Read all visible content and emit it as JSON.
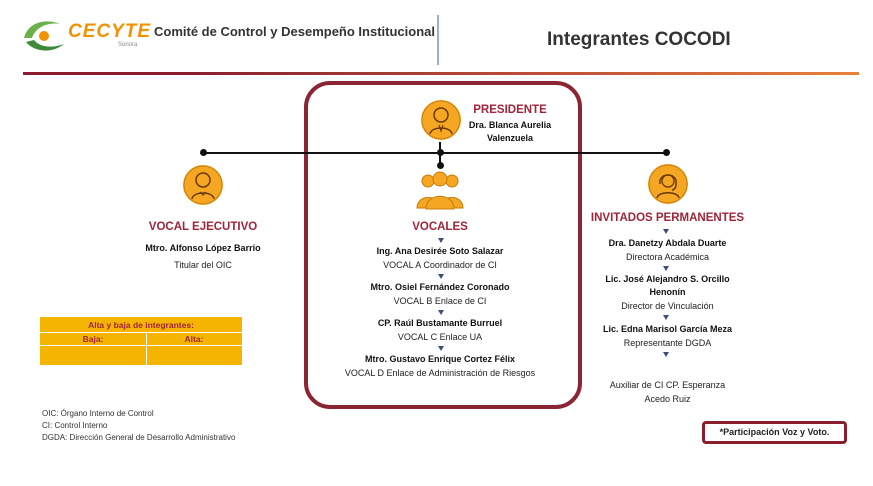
{
  "header": {
    "logo_text": "CECYTE",
    "logo_sub": "Sonora",
    "title": "Comité de Control y Desempeño Institucional",
    "page_title": "Integrantes COCODI"
  },
  "presidente": {
    "role": "PRESIDENTE",
    "name_line1": "Dra. Blanca Aurelia",
    "name_line2": "Valenzuela"
  },
  "vocal_ejecutivo": {
    "role": "VOCAL EJECUTIVO",
    "name": "Mtro. Alfonso López Barrio",
    "desc": "Titular  del OIC"
  },
  "vocales": {
    "role": "VOCALES",
    "members": [
      {
        "name": "Ing. Ana Desirée Soto Salazar",
        "desc": "VOCAL A Coordinador de CI"
      },
      {
        "name": "Mtro. Osiel Fernández Coronado",
        "desc": "VOCAL B Enlace de CI"
      },
      {
        "name": "CP. Raúl Bustamante Burruel",
        "desc": "VOCAL C Enlace UA"
      },
      {
        "name": "Mtro. Gustavo Enrique Cortez Félix",
        "desc": "VOCAL D Enlace de Administración de Riesgos"
      }
    ]
  },
  "invitados": {
    "role": "INVITADOS PERMANENTES",
    "members": [
      {
        "name": "Dra. Danetzy Abdala Duarte",
        "desc": "Directora Académica"
      },
      {
        "name_line1": "Lic. José Alejandro S. Orcillo",
        "name_line2": "Henonín",
        "desc": "Director de Vinculación"
      },
      {
        "name": "Lic. Edna Marisol García Meza",
        "desc": "Representante DGDA"
      }
    ],
    "auxiliar_line1": "Auxiliar de CI CP. Esperanza",
    "auxiliar_line2": "Acedo Ruiz"
  },
  "alta_baja": {
    "title": "Alta y baja de integrantes:",
    "baja": "Baja:",
    "alta": "Alta:"
  },
  "footnotes": [
    "OIC: Órgano Interno de Control",
    "CI: Control Interno",
    "DGDA: Dirección General de Desarrollo Administrativo"
  ],
  "note": "*Participación Voz y Voto.",
  "colors": {
    "accent": "#a0243a",
    "border": "#8a2533",
    "icon": "#f5a623",
    "table": "#f5b400"
  }
}
